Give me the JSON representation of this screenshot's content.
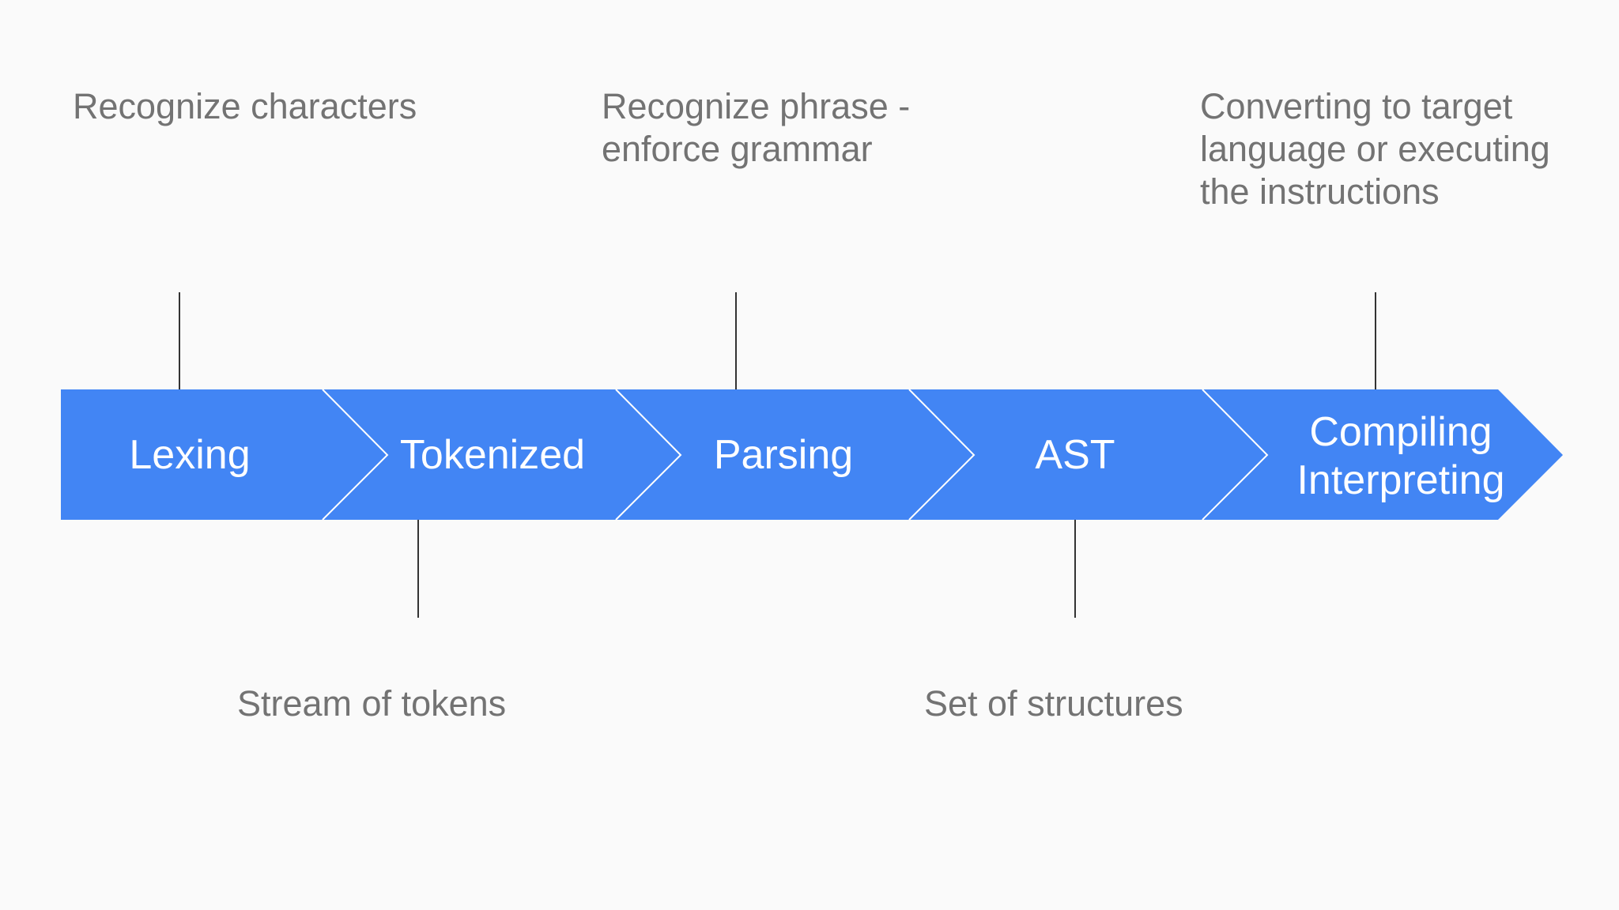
{
  "colors": {
    "background": "#fafafa",
    "arrow_fill": "#4285f4",
    "arrow_divider": "#ffffff",
    "connector": "#333333",
    "note_text": "#737373",
    "stage_text": "#ffffff"
  },
  "stages": [
    {
      "id": "lexing",
      "label": [
        "Lexing"
      ]
    },
    {
      "id": "tokenized",
      "label": [
        "Tokenized"
      ]
    },
    {
      "id": "parsing",
      "label": [
        "Parsing"
      ]
    },
    {
      "id": "ast",
      "label": [
        "AST"
      ]
    },
    {
      "id": "compiling-interpreting",
      "label": [
        "Compiling",
        "Interpreting"
      ]
    }
  ],
  "notes_above": [
    {
      "stage": "lexing",
      "lines": [
        "Recognize characters"
      ]
    },
    {
      "stage": "parsing",
      "lines": [
        "Recognize phrase -",
        "enforce grammar"
      ]
    },
    {
      "stage": "compiling-interpreting",
      "lines": [
        "Converting to target",
        "language or executing",
        "the instructions"
      ]
    }
  ],
  "notes_below": [
    {
      "stage": "tokenized",
      "lines": [
        "Stream of tokens"
      ]
    },
    {
      "stage": "ast",
      "lines": [
        "Set of structures"
      ]
    }
  ]
}
